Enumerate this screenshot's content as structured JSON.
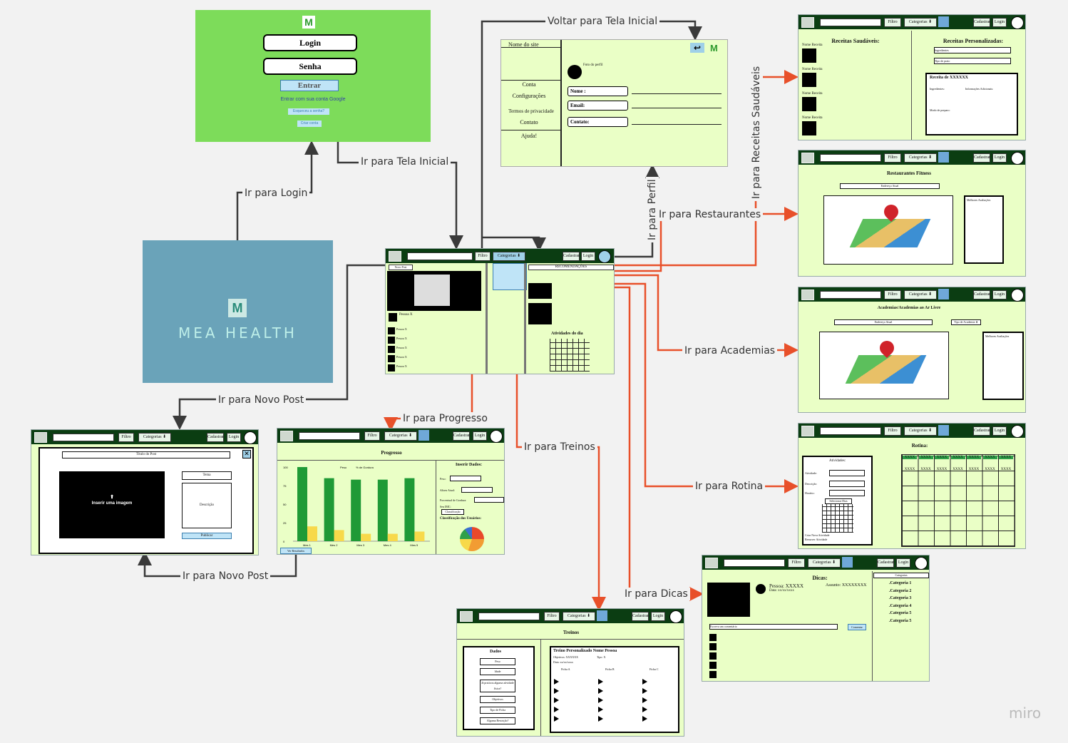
{
  "colors": {
    "arrow_dark": "#3a3a3a",
    "arrow_red": "#e8502a",
    "login_bg": "#7ddc5a",
    "splash_bg": "#6aa3b9",
    "mock_bg": "#eaffc6",
    "topbar": "#0b3d12"
  },
  "connectors": {
    "login": "Ir para Login",
    "tela_inicial": "Ir para Tela Inicial",
    "voltar": "Voltar para Tela Inicial",
    "perfil": "Ir para Perfil",
    "receitas": "Ir para Receitas Saudáveis",
    "restaurantes": "Ir para Restaurantes",
    "academias": "Ir para Academias",
    "rotina": "Ir para Rotina",
    "dicas": "Ir para Dicas",
    "treinos": "Ir para Treinos",
    "progresso": "Ir para Progresso",
    "novo_post_top": "Ir para Novo Post",
    "novo_post_bottom": "Ir para Novo Post"
  },
  "login_screen": {
    "logo": "M",
    "login": "Login",
    "senha": "Senha",
    "entrar": "Entrar",
    "google": "Entrar com sua conta Google",
    "esqueceu": "Esqueceu a senha?",
    "criar": "Criar conta"
  },
  "splash": {
    "logo": "M",
    "name": "MEA HEALTH"
  },
  "profile": {
    "site": "Nome do site",
    "menu": [
      "Conta",
      "Configurações",
      "Termos de privacidade",
      "Contato",
      "Ajuda!"
    ],
    "foto": "Foto do perfil",
    "nome": "Nome :",
    "email": "Email:",
    "contato": "Contato:",
    "logo": "M"
  },
  "topbar": {
    "filtro": "Filtro",
    "categorias": "Categorias ⬇",
    "cadastrar": "Cadastrar",
    "login": "Login"
  },
  "home": {
    "novo_post": "Novo Post",
    "recomendacoes": "RECOMENDAÇÕES",
    "pessoa": "Pessoa X",
    "atividades": "Atividades do dia",
    "pessoas": [
      "Pessoa X",
      "Pessoa X",
      "Pessoa X",
      "Pessoa X",
      "Pessoa X"
    ]
  },
  "receitas": {
    "saudaveis": "Receitas Saudáveis:",
    "personalizadas": "Receitas Personalizadas:",
    "nome": "Nome Receita",
    "ingredientes": "Ingredientes",
    "tipo": "Tipo de prato",
    "receita_de": "Receita de XXXXXX",
    "ingr2": "Ingredientes:",
    "info": "Informações Adicionais:",
    "modo": "Modo de preparo:"
  },
  "restaurantes": {
    "title": "Restaurantes Fitness",
    "endereco": "Endereço Atual",
    "melhores": "Melhores Avaliações"
  },
  "academias": {
    "title": "Academias/Academias ao Ar Livre",
    "endereco": "Endereço Atual",
    "tipo": "Tipo de Academia ⬇",
    "melhores": "Melhores Avaliações"
  },
  "rotina": {
    "title": "Rotina:",
    "atividades": "Atividades:",
    "atividade": "Atividade:",
    "descricao": "Descrição:",
    "horario": "Horário:",
    "selecionar": "Selecionar Dias",
    "criar": "Criar Nova Atividade",
    "remover": "Remover Atividade",
    "cell": "XXXX"
  },
  "dicas": {
    "title": "Dicas:",
    "pessoa": "Pessoa: XXXXX",
    "assunto": "Assunto: XXXXXXXX",
    "data": "Data: xx/xx/xxxx",
    "escreva": "Escreva um comentário",
    "enviar": "Comentar",
    "categorias": "Categorias",
    "cats": [
      ".Categoria 1",
      ".Categoria 2",
      ".Categoria 3",
      ".Categoria 4",
      ".Categoria 5",
      ".Categoria 5"
    ]
  },
  "treinos": {
    "title": "Treinos",
    "dados": "Dados",
    "fields": [
      "Peso",
      "Idade",
      "Já praticou alguma atividade física?",
      "Objetivos",
      "Tipo de Ficha",
      "Alguma Restrição?"
    ],
    "personalizado": "Treino Personalizado Nome Pessoa",
    "objetivo": "Objetivos: XXXXXX",
    "tipo": "Tipo: X",
    "data": "Data: xx/xx/xxxx",
    "fichas": [
      "Ficha A",
      "Ficha B",
      "Ficha C"
    ]
  },
  "progresso": {
    "title": "Progresso",
    "inserir": "Inserir Dados:",
    "peso": "Peso:",
    "altura": "Altura Atual:",
    "gordura": "Porcentual de Gordura:",
    "imc": "Seu IMC:",
    "classif": "Classificação",
    "classif_usuarios": "Classificação dos Usuários:",
    "ver": "Ver Resultados"
  },
  "novo_post": {
    "titulo": "Título do Post",
    "inserir": "Inserir uma imagem",
    "tema": "Tema",
    "descricao": "Descrição",
    "publicar": "Publicar"
  },
  "chart_data": {
    "type": "bar",
    "categories": [
      "Mes 1",
      "Mes 2",
      "Mes 3",
      "Mes 4",
      "Mes 5"
    ],
    "series": [
      {
        "name": "Peso",
        "values": [
          100,
          85,
          83,
          83,
          85
        ]
      },
      {
        "name": "% de Gordura",
        "values": [
          20,
          15,
          10,
          10,
          13
        ]
      }
    ],
    "ylim": [
      0,
      100
    ]
  },
  "watermark": "miro"
}
